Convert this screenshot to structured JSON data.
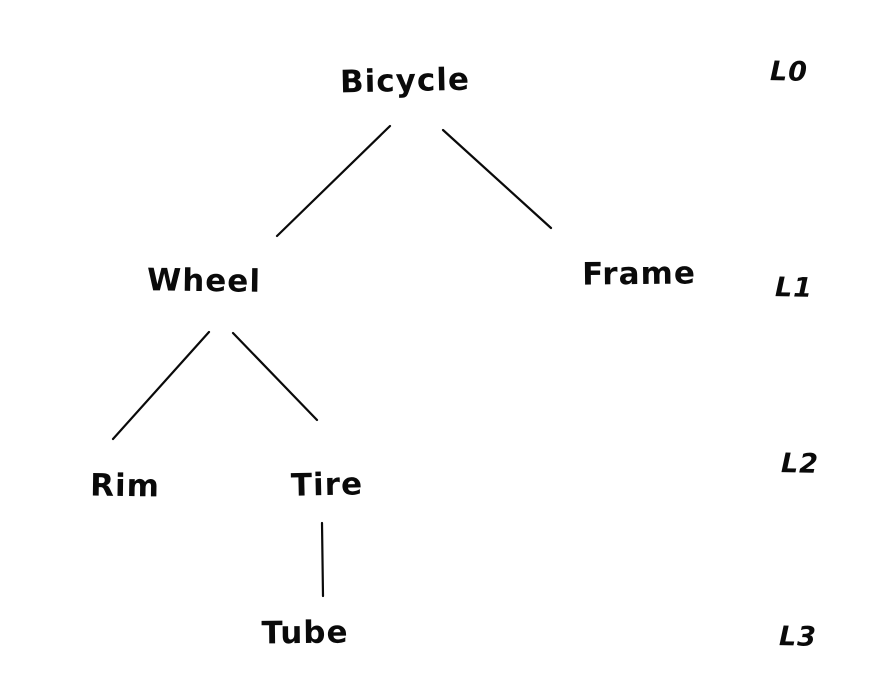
{
  "diagram": {
    "type": "tree",
    "description": "Hand-drawn part hierarchy of a bicycle with depth level labels",
    "nodes": {
      "bicycle": {
        "label": "Bicycle",
        "level": "L0"
      },
      "wheel": {
        "label": "Wheel",
        "level": "L1"
      },
      "frame": {
        "label": "Frame",
        "level": "L1"
      },
      "rim": {
        "label": "Rim",
        "level": "L2"
      },
      "tire": {
        "label": "Tire",
        "level": "L2"
      },
      "tube": {
        "label": "Tube",
        "level": "L3"
      }
    },
    "edges": [
      {
        "from": "Bicycle",
        "to": "Wheel"
      },
      {
        "from": "Bicycle",
        "to": "Frame"
      },
      {
        "from": "Wheel",
        "to": "Rim"
      },
      {
        "from": "Wheel",
        "to": "Tire"
      },
      {
        "from": "Tire",
        "to": "Tube"
      }
    ],
    "level_labels": {
      "l0": "L0",
      "l1": "L1",
      "l2": "L2",
      "l3": "L3"
    }
  },
  "colors": {
    "ink": "#0a0a0a",
    "background": "#ffffff"
  }
}
